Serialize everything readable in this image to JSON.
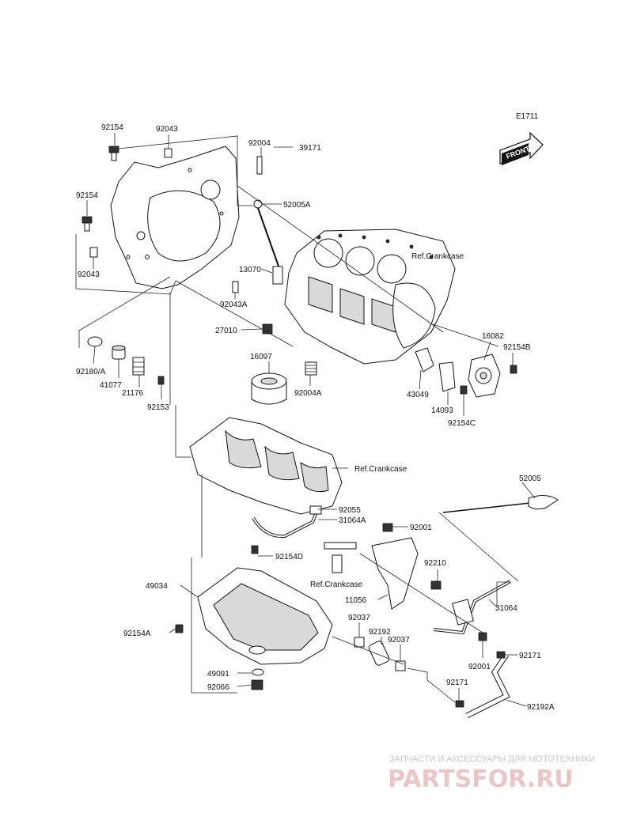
{
  "diagram_code": "E1711",
  "front_label": "FRONT",
  "labels": {
    "p92154_top": "92154",
    "p92043_top": "92043",
    "p92004": "92004",
    "p39171": "39171",
    "p92154_mid": "92154",
    "p52005A": "52005A",
    "p92043_bot": "92043",
    "p13070": "13070",
    "ref_crankcase_top": "Ref.Crankcase",
    "p92043A": "92043A",
    "p27010": "27010",
    "p16082": "16082",
    "p92154B": "92154B",
    "p16097": "16097",
    "p92180A": "92180/A",
    "p41077": "41077",
    "p21176": "21176",
    "p92153": "92153",
    "p92004A": "92004A",
    "p43049": "43049",
    "p14093": "14093",
    "p92154C": "92154C",
    "ref_crankcase_mid": "Ref.Crankcase",
    "p52005": "52005",
    "p92055": "92055",
    "p31064A": "31064A",
    "p92001_top": "92001",
    "p92154D": "92154D",
    "p92210": "92210",
    "p49034": "49034",
    "ref_crankcase_bot": "Ref.Crankcase",
    "p11056": "11056",
    "p31064": "31064",
    "p92037_left": "92037",
    "p92192": "92192",
    "p92037_right": "92037",
    "p92154A": "92154A",
    "p92001_bot": "92001",
    "p92171_right": "92171",
    "p49091": "49091",
    "p92066": "92066",
    "p92171_bot": "92171",
    "p92192A": "92192A"
  },
  "watermark": {
    "tagline": "ЗАПЧАСТИ И АКСЕССУАРЫ ДЛЯ МОТОТЕХНИКИ",
    "brand": "PARTSFOR.RU"
  }
}
